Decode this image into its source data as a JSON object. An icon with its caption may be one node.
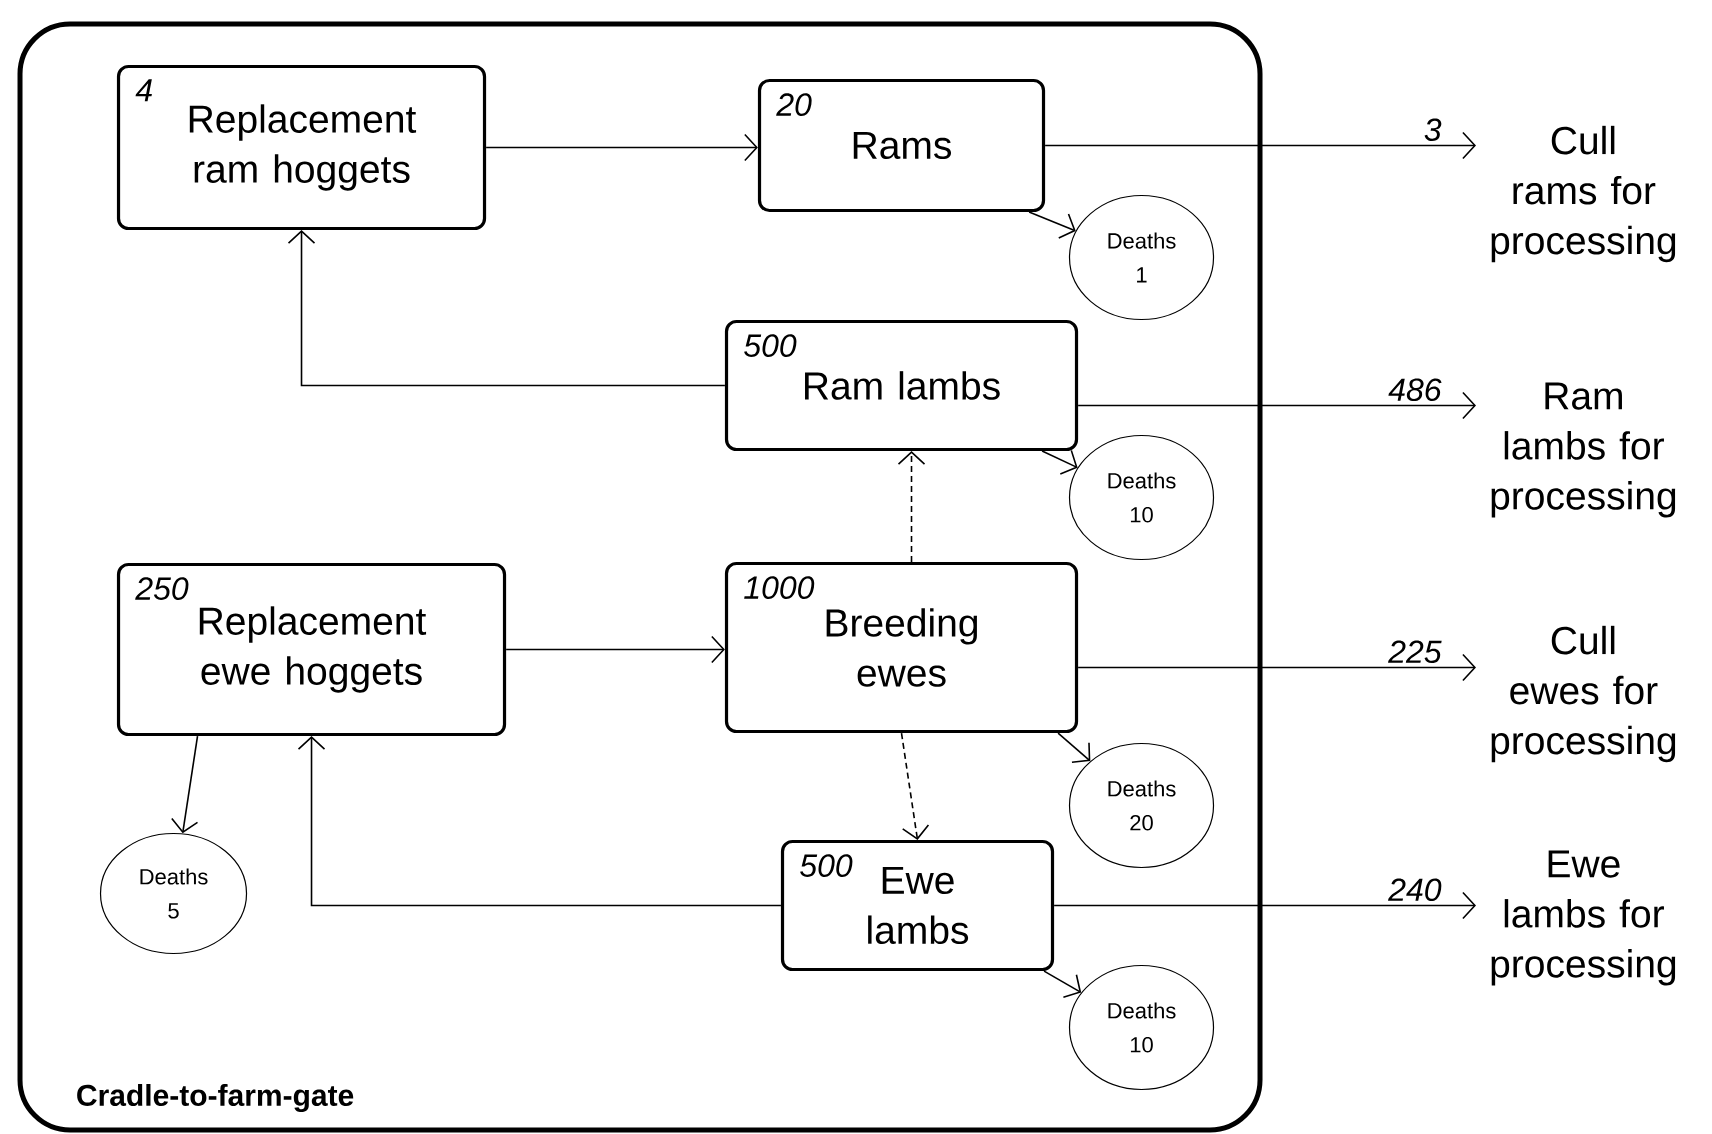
{
  "diagram": {
    "nodes": [
      {
        "text": [
          "Cradle-to-farm-gate"
        ]
      },
      {
        "text": [
          "4",
          "Replacement ram hoggets"
        ],
        "in": 0
      },
      {
        "text": [
          "20",
          "Rams"
        ],
        "in": 0
      },
      {
        "text": [
          "Deaths 1"
        ],
        "in": 0
      },
      {
        "text": [
          "500",
          "Ram lambs"
        ],
        "in": 0
      },
      {
        "text": [
          "Deaths 10"
        ],
        "in": 0
      },
      {
        "text": [
          "250",
          "Replacement ewe hoggets"
        ],
        "in": 0
      },
      {
        "text": [
          "1000",
          "Breeding ewes"
        ],
        "in": 0
      },
      {
        "text": [
          "Deaths 20"
        ],
        "in": 0
      },
      {
        "text": [
          "Deaths 5"
        ],
        "in": 0
      },
      {
        "text": [
          "500",
          "Ewe lambs"
        ],
        "in": 0
      },
      {
        "text": [
          "Deaths 10"
        ],
        "in": 0
      },
      {
        "text": [
          "Cull rams for processing"
        ]
      },
      {
        "text": [
          "Ram lambs for processing"
        ]
      },
      {
        "text": [
          "Cull ewes for processing"
        ]
      },
      {
        "text": [
          "Ewe lambs for processing"
        ]
      }
    ],
    "edges": [
      {
        "from": 1,
        "to": 2,
        "arrow": "to"
      },
      {
        "from": 4,
        "to": 1,
        "arrow": "to"
      },
      {
        "from": 2,
        "to": 12,
        "arrow": "to",
        "label": "3"
      },
      {
        "from": 2,
        "to": 3,
        "arrow": "to"
      },
      {
        "from": 4,
        "to": 13,
        "arrow": "to",
        "label": "486"
      },
      {
        "from": 4,
        "to": 5,
        "arrow": "to"
      },
      {
        "from": 6,
        "to": 7,
        "arrow": "to"
      },
      {
        "from": 6,
        "to": 9,
        "arrow": "to"
      },
      {
        "from": 7,
        "to": 4,
        "arrow": "to",
        "style": "dashed"
      },
      {
        "from": 7,
        "to": 14,
        "arrow": "to",
        "label": "225"
      },
      {
        "from": 7,
        "to": 8,
        "arrow": "to"
      },
      {
        "from": 7,
        "to": 10,
        "arrow": "to",
        "style": "dashed"
      },
      {
        "from": 10,
        "to": 15,
        "arrow": "to",
        "label": "240"
      },
      {
        "from": 10,
        "to": 11,
        "arrow": "to"
      },
      {
        "from": 10,
        "to": 6,
        "arrow": "to"
      }
    ]
  }
}
